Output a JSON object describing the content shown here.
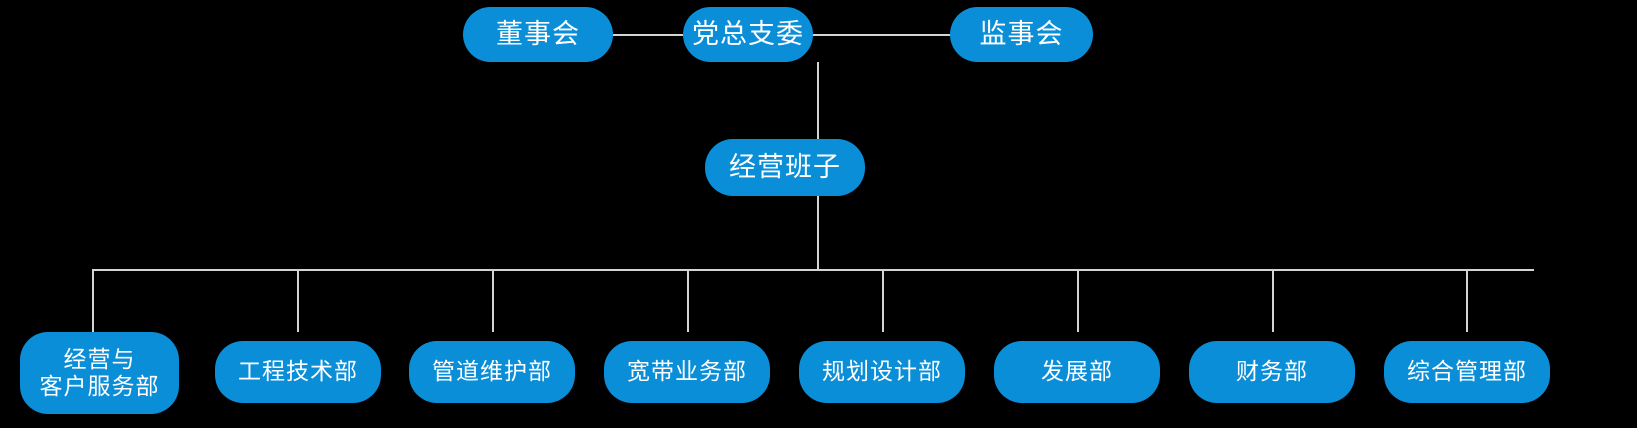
{
  "diagram": {
    "type": "organization-chart",
    "background_color": "#000000",
    "node_color": "#0b8ed8",
    "node_text_color": "#ffffff",
    "connector_color": "#d4d4d4",
    "levels": [
      {
        "level": 1,
        "nodes": [
          {
            "id": "board-of-directors",
            "label": "董事会"
          },
          {
            "id": "party-branch-committee",
            "label": "党总支委"
          },
          {
            "id": "board-of-supervisors",
            "label": "监事会"
          }
        ]
      },
      {
        "level": 2,
        "nodes": [
          {
            "id": "management-team",
            "label": "经营班子"
          }
        ]
      },
      {
        "level": 3,
        "nodes": [
          {
            "id": "dept-operations-customer-service",
            "label": "经营与\n客户服务部"
          },
          {
            "id": "dept-engineering-technology",
            "label": "工程技术部"
          },
          {
            "id": "dept-pipeline-maintenance",
            "label": "管道维护部"
          },
          {
            "id": "dept-broadband-business",
            "label": "宽带业务部"
          },
          {
            "id": "dept-planning-design",
            "label": "规划设计部"
          },
          {
            "id": "dept-development",
            "label": "发展部"
          },
          {
            "id": "dept-finance",
            "label": "财务部"
          },
          {
            "id": "dept-general-management",
            "label": "综合管理部"
          }
        ]
      }
    ]
  }
}
